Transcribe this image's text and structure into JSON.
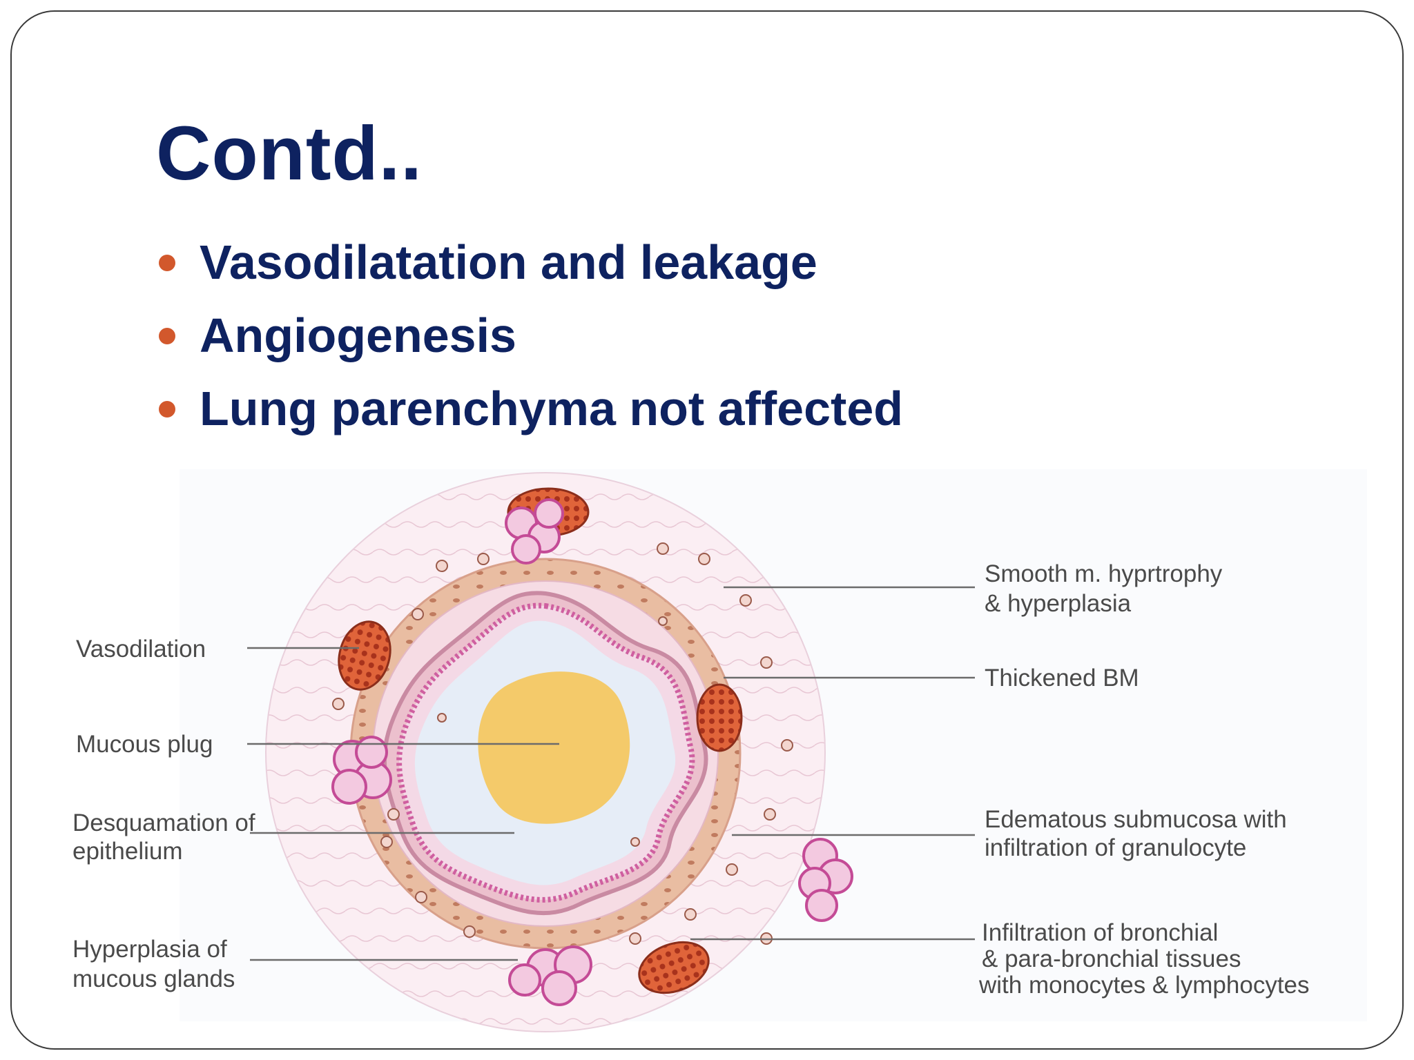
{
  "slide": {
    "title": "Contd..",
    "bullets": [
      "Vasodilatation and leakage",
      "Angiogenesis",
      "Lung parenchyma not affected"
    ]
  },
  "diagram": {
    "labels_left": {
      "vasodilation": "Vasodilation",
      "mucous_plug": "Mucous plug",
      "desquamation_1": "Desquamation of",
      "desquamation_2": "epithelium",
      "hyperplasia_glands_1": "Hyperplasia of",
      "hyperplasia_glands_2": "mucous glands"
    },
    "labels_right": {
      "smooth_muscle_1": "Smooth m. hyprtrophy",
      "smooth_muscle_2": "& hyperplasia",
      "thickened_bm": "Thickened BM",
      "edematous_1": "Edematous submucosa with",
      "edematous_2": "infiltration of granulocyte",
      "infiltration_1": "Infiltration of bronchial",
      "infiltration_2": "& para-bronchial tissues",
      "infiltration_3": "with monocytes & lymphocytes"
    }
  },
  "colors": {
    "title": "#0e2260",
    "bullet_marker": "#d2582c",
    "mucous_plug": "#f5c55a",
    "vessel": "#d4532f",
    "gland": "#c44b96",
    "muscle": "#e8b99a"
  }
}
